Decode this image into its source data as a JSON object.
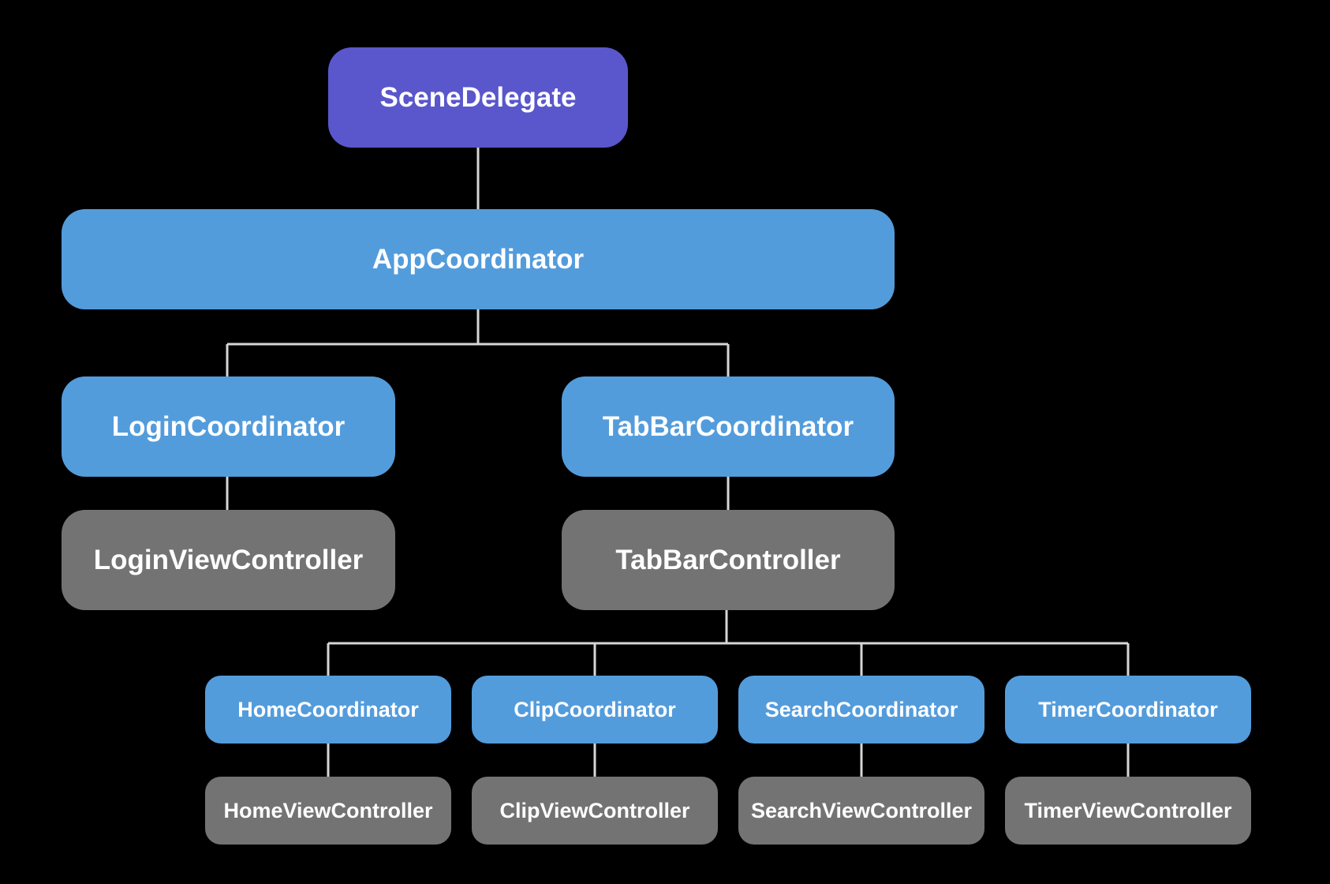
{
  "diagram": {
    "colors": {
      "background": "#000000",
      "root": "#5a57cc",
      "coordinator": "#539cdc",
      "view_controller": "#737373",
      "connector": "#d6d6d6",
      "text": "#ffffff"
    },
    "nodes": {
      "scene_delegate": "SceneDelegate",
      "app_coordinator": "AppCoordinator",
      "login_coordinator": "LoginCoordinator",
      "tabbar_coordinator": "TabBarCoordinator",
      "login_view_controller": "LoginViewController",
      "tabbar_controller": "TabBarController",
      "home_coordinator": "HomeCoordinator",
      "clip_coordinator": "ClipCoordinator",
      "search_coordinator": "SearchCoordinator",
      "timer_coordinator": "TimerCoordinator",
      "home_view_controller": "HomeViewController",
      "clip_view_controller": "ClipViewController",
      "search_view_controller": "SearchViewController",
      "timer_view_controller": "TimerViewController"
    },
    "edges": [
      [
        "SceneDelegate",
        "AppCoordinator"
      ],
      [
        "AppCoordinator",
        "LoginCoordinator"
      ],
      [
        "AppCoordinator",
        "TabBarCoordinator"
      ],
      [
        "LoginCoordinator",
        "LoginViewController"
      ],
      [
        "TabBarCoordinator",
        "TabBarController"
      ],
      [
        "TabBarController",
        "HomeCoordinator"
      ],
      [
        "TabBarController",
        "ClipCoordinator"
      ],
      [
        "TabBarController",
        "SearchCoordinator"
      ],
      [
        "TabBarController",
        "TimerCoordinator"
      ],
      [
        "HomeCoordinator",
        "HomeViewController"
      ],
      [
        "ClipCoordinator",
        "ClipViewController"
      ],
      [
        "SearchCoordinator",
        "SearchViewController"
      ],
      [
        "TimerCoordinator",
        "TimerViewController"
      ]
    ]
  }
}
